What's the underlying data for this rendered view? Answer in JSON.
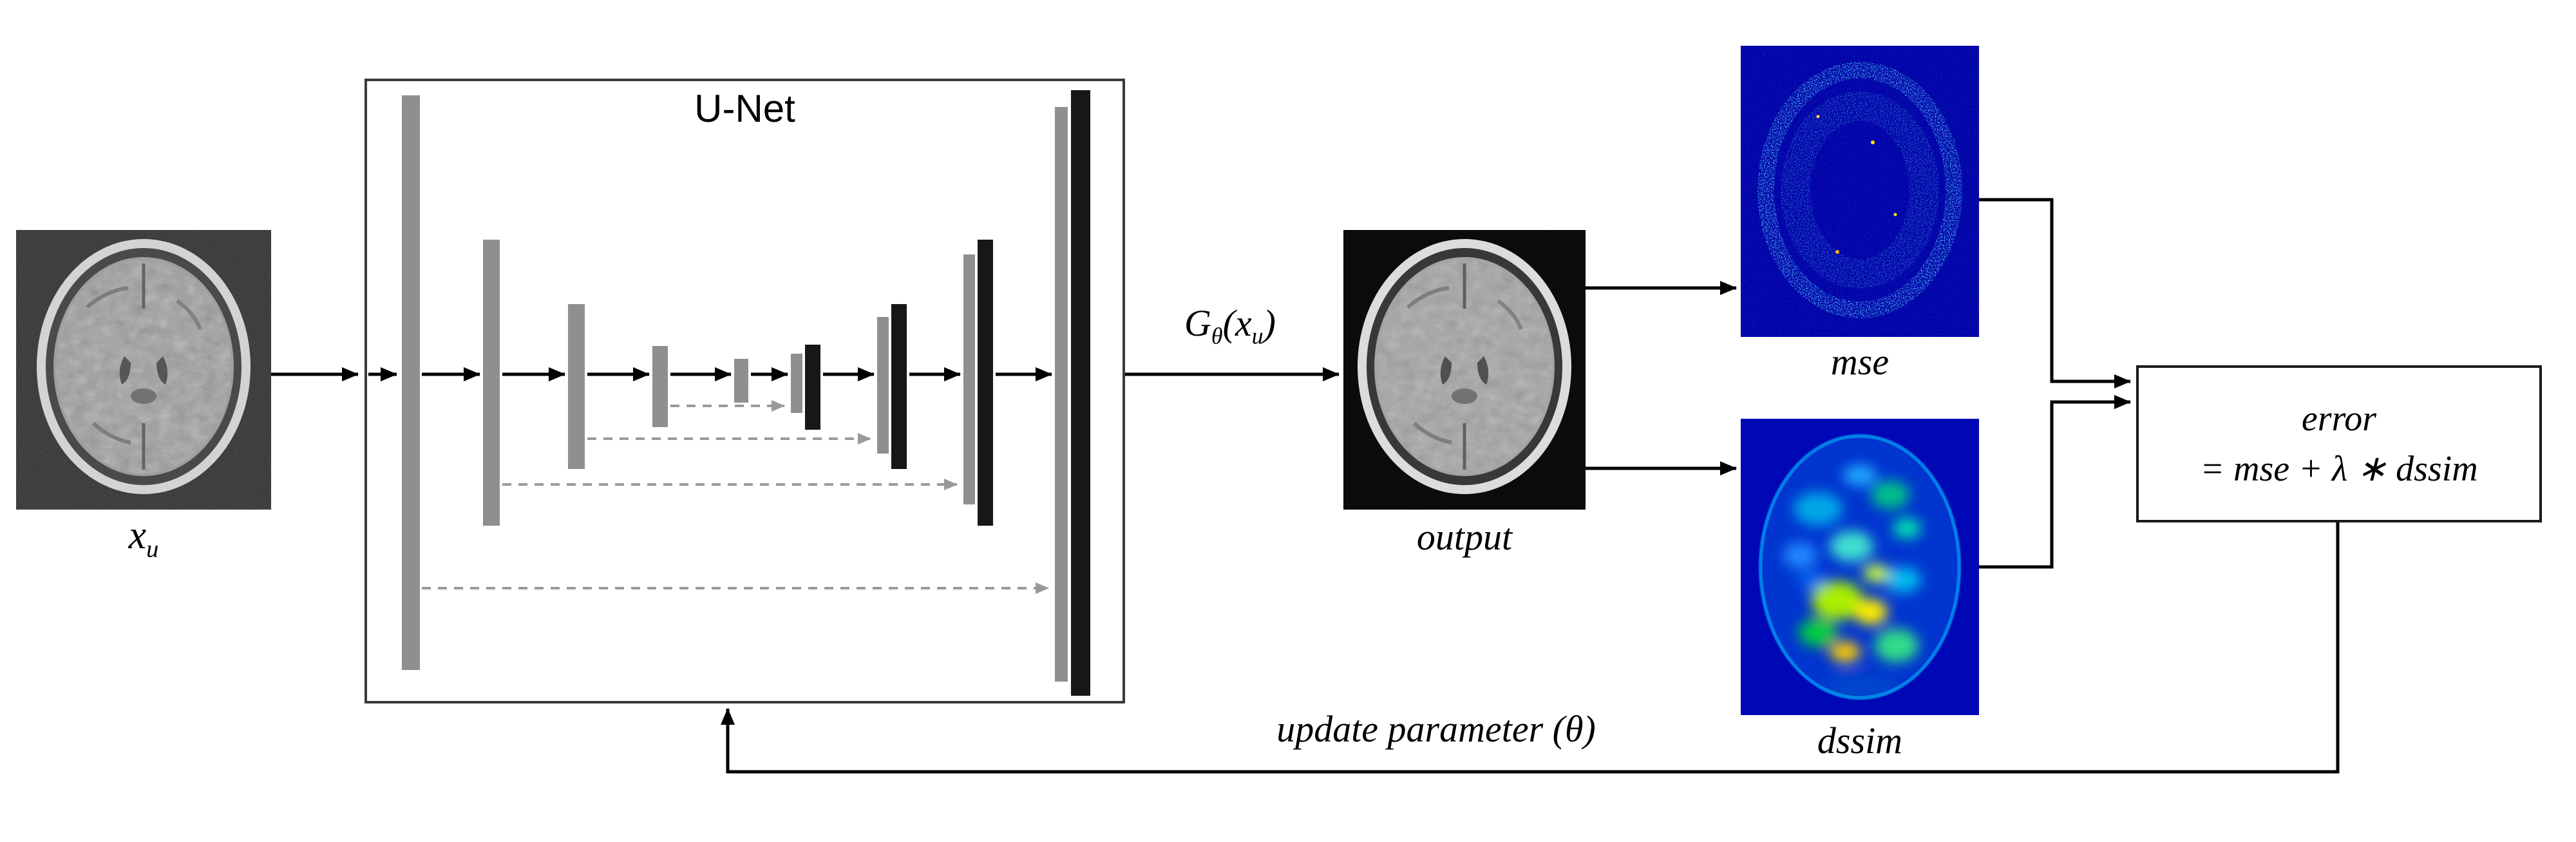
{
  "colors": {
    "bar_gray": "#8f8f8f",
    "bar_black": "#171717",
    "line": "#000000",
    "skip_line": "#9a9a9a",
    "mse_bg": "#0202a8",
    "dssim_bg": "#0008b6"
  },
  "unet": {
    "title": "U-Net"
  },
  "input": {
    "label_base": "x",
    "label_sub": "u"
  },
  "transform": {
    "p1": "G",
    "p2": "θ",
    "p3": "(x",
    "p4": "u",
    "p5": ")"
  },
  "output": {
    "label": "output"
  },
  "mse": {
    "label": "mse"
  },
  "dssim": {
    "label": "dssim"
  },
  "error": {
    "line1": "error",
    "line2": "= mse + λ ∗ dssim"
  },
  "feedback": {
    "label": "update parameter (θ)"
  }
}
